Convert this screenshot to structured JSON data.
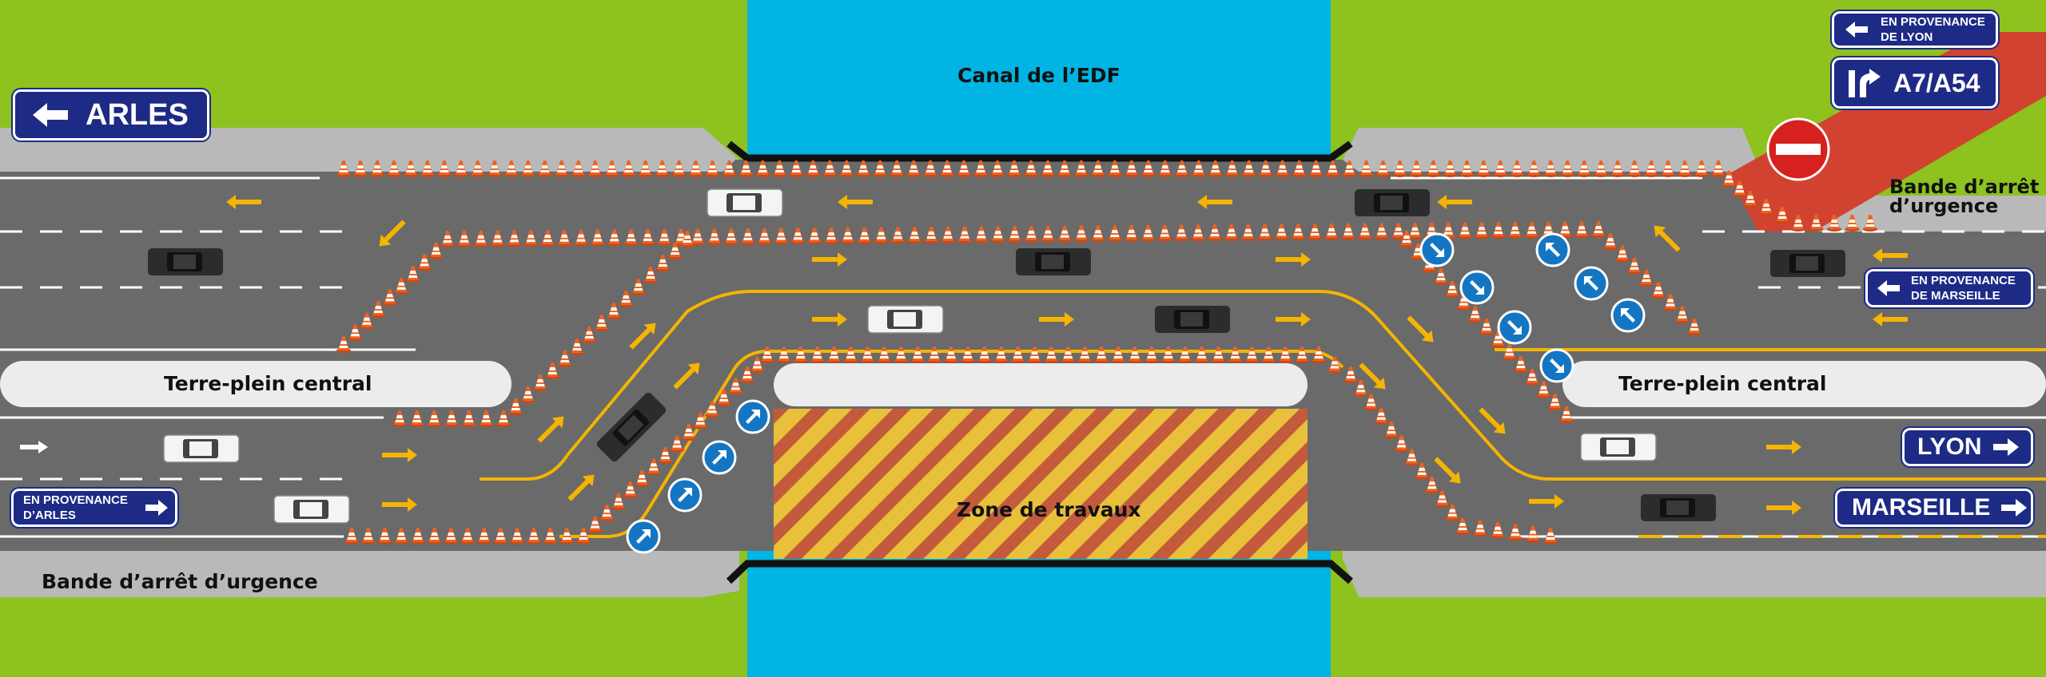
{
  "colors": {
    "grass": "#8dc21f",
    "canal": "#00b4e4",
    "shoulder": "#b9b9b9",
    "asphalt": "#6a6a6a",
    "median": "#ececec",
    "cone": "#f0631e",
    "marking_yellow": "#f5b400",
    "sign_blue": "#1d2b86",
    "no_entry_red": "#d7211e",
    "ramp_red": "#d14330",
    "mandatory_arrow_blue": "#1476c2"
  },
  "labels": {
    "canal": "Canal de l’EDF",
    "median_left": "Terre-plein central",
    "median_right": "Terre-plein central",
    "works_zone": "Zone de travaux",
    "shoulder_bottom": "Bande d’arrêt d’urgence",
    "shoulder_top_right_1": "Bande d’arrêt",
    "shoulder_top_right_2": "d’urgence"
  },
  "signs": {
    "arles": "ARLES",
    "from_lyon_1": "EN PROVENANCE",
    "from_lyon_2": "DE LYON",
    "motorway": "A7/A54",
    "from_marseille_1": "EN PROVENANCE",
    "from_marseille_2": "DE MARSEILLE",
    "from_arles_1": "EN PROVENANCE",
    "from_arles_2": "D’ARLES",
    "lyon": "LYON",
    "marseille": "MARSEILLE"
  },
  "icons": {
    "left_arrow": "left-arrow-icon",
    "right_arrow": "right-arrow-icon",
    "motorway_junction": "motorway-junction-icon",
    "no_entry": "no-entry-icon",
    "cone": "traffic-cone-icon",
    "car": "car-icon",
    "mandatory_direction": "mandatory-direction-icon"
  }
}
